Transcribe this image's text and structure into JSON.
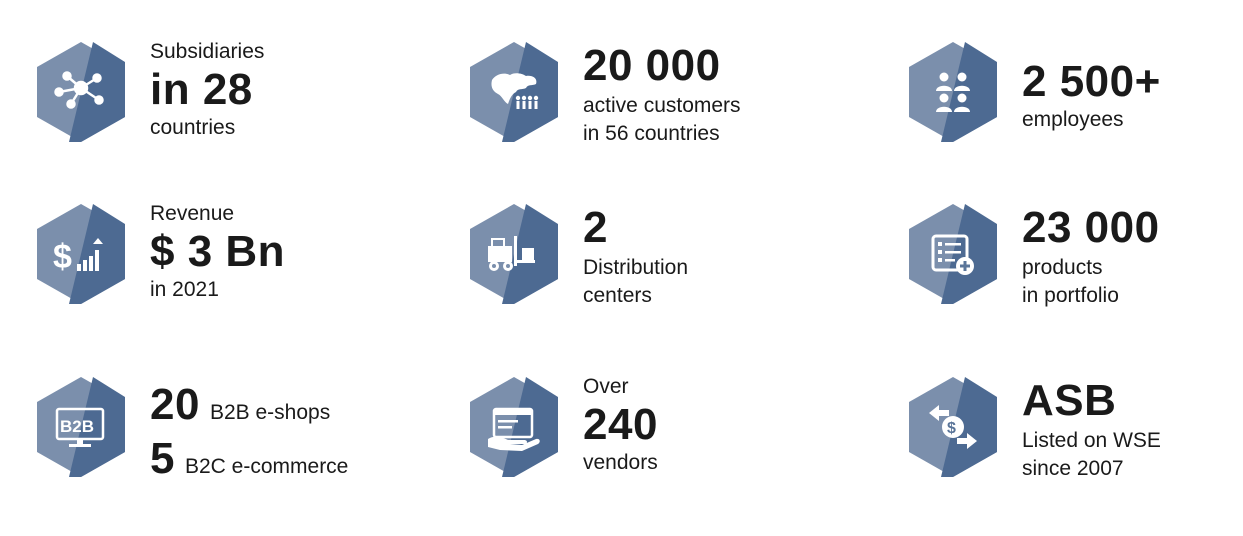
{
  "colors": {
    "hex_light": "#7b8fac",
    "hex_dark": "#4d6a92",
    "text": "#1a1a1a"
  },
  "stats": [
    {
      "icon": "network-icon",
      "pre": "Subsidiaries",
      "big": "in 28",
      "post": "countries"
    },
    {
      "icon": "world-map-people-icon",
      "big": "20 000",
      "post1": "active customers",
      "post2": "in 56 countries"
    },
    {
      "icon": "employees-icon",
      "big": "2 500+",
      "post": "employees"
    },
    {
      "icon": "dollar-growth-icon",
      "pre": "Revenue",
      "big": "$ 3 Bn",
      "post": "in 2021"
    },
    {
      "icon": "forklift-icon",
      "big": "2",
      "post1": "Distribution",
      "post2": "centers"
    },
    {
      "icon": "product-list-icon",
      "big": "23 000",
      "post1": "products",
      "post2": "in portfolio"
    },
    {
      "icon": "b2b-monitor-icon",
      "big1": "20",
      "small1": "B2B e-shops",
      "big2": "5",
      "small2": "B2C e-commerce"
    },
    {
      "icon": "vendor-hand-icon",
      "pre": "Over",
      "big": "240",
      "post": "vendors"
    },
    {
      "icon": "currency-exchange-icon",
      "big": "ASB",
      "post1": "Listed on WSE",
      "post2": "since 2007"
    }
  ]
}
